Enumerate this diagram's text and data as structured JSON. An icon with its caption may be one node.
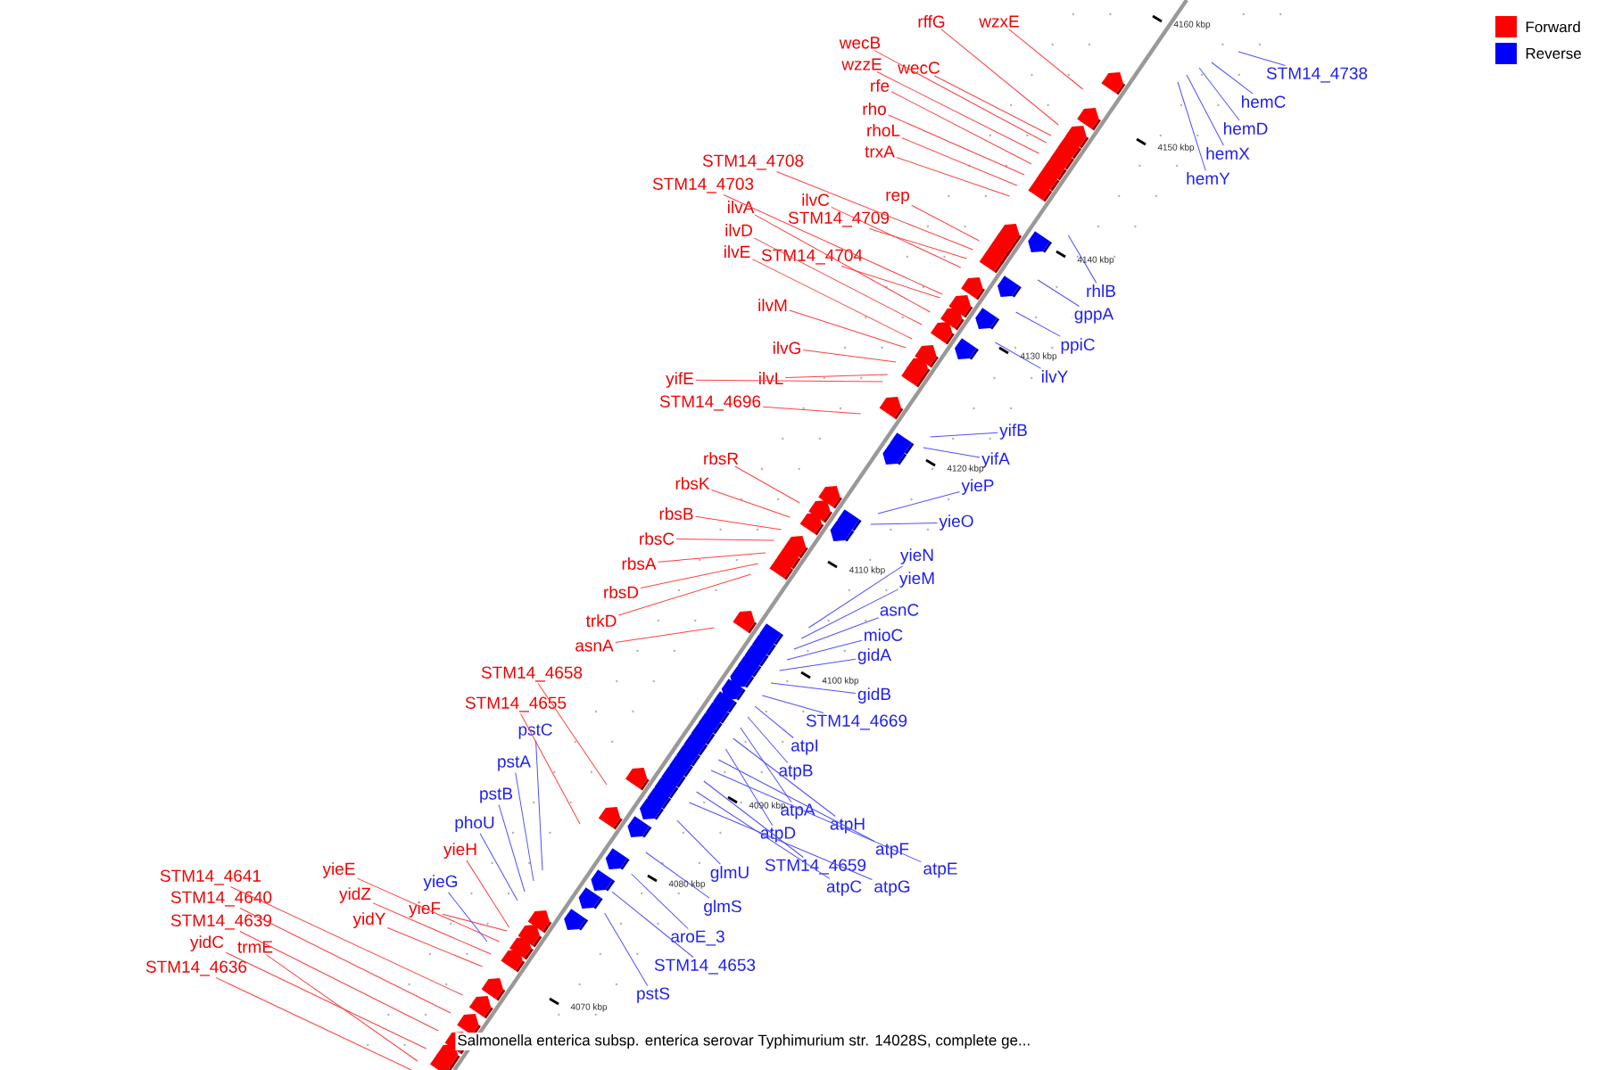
{
  "diagram": {
    "caption": "Salmonella enterica subsp. enterica serovar Typhimurium str. 14028S, complete ge...",
    "nodes": [
      {
        "text": [
          "rffG"
        ]
      },
      {
        "text": [
          "wzxE"
        ]
      },
      {
        "text": [
          "wecB"
        ]
      },
      {
        "text": [
          "wzzE"
        ]
      },
      {
        "text": [
          "wecC"
        ]
      },
      {
        "text": [
          "rfe"
        ]
      },
      {
        "text": [
          "rho"
        ]
      },
      {
        "text": [
          "rhoL"
        ]
      },
      {
        "text": [
          "trxA"
        ]
      },
      {
        "text": [
          "STM14_4708"
        ]
      },
      {
        "text": [
          "STM14_4703"
        ]
      },
      {
        "text": [
          "ilvC"
        ]
      },
      {
        "text": [
          "rep"
        ]
      },
      {
        "text": [
          "ilvA"
        ]
      },
      {
        "text": [
          "STM14_4709"
        ]
      },
      {
        "text": [
          "ilvD"
        ]
      },
      {
        "text": [
          "ilvE"
        ]
      },
      {
        "text": [
          "STM14_4704"
        ]
      },
      {
        "text": [
          "ilvM"
        ]
      },
      {
        "text": [
          "ilvG"
        ]
      },
      {
        "text": [
          "ilvL"
        ]
      },
      {
        "text": [
          "yifE"
        ]
      },
      {
        "text": [
          "STM14_4696"
        ]
      },
      {
        "text": [
          "rbsR"
        ]
      },
      {
        "text": [
          "rbsK"
        ]
      },
      {
        "text": [
          "rbsB"
        ]
      },
      {
        "text": [
          "rbsC"
        ]
      },
      {
        "text": [
          "rbsA"
        ]
      },
      {
        "text": [
          "rbsD"
        ]
      },
      {
        "text": [
          "trkD"
        ]
      },
      {
        "text": [
          "asnA"
        ]
      },
      {
        "text": [
          "STM14_4658"
        ]
      },
      {
        "text": [
          "STM14_4655"
        ]
      },
      {
        "text": [
          "yieH"
        ]
      },
      {
        "text": [
          "yieE"
        ]
      },
      {
        "text": [
          "yidZ"
        ]
      },
      {
        "text": [
          "yieF"
        ]
      },
      {
        "text": [
          "yidY"
        ]
      },
      {
        "text": [
          "STM14_4641"
        ]
      },
      {
        "text": [
          "STM14_4640"
        ]
      },
      {
        "text": [
          "STM14_4639"
        ]
      },
      {
        "text": [
          "yidC"
        ]
      },
      {
        "text": [
          "trmE"
        ]
      },
      {
        "text": [
          "STM14_4636"
        ]
      },
      {
        "text": [
          "STM14_4738"
        ]
      },
      {
        "text": [
          "hemC"
        ]
      },
      {
        "text": [
          "hemD"
        ]
      },
      {
        "text": [
          "hemX"
        ]
      },
      {
        "text": [
          "hemY"
        ]
      },
      {
        "text": [
          "rhlB"
        ]
      },
      {
        "text": [
          "gppA"
        ]
      },
      {
        "text": [
          "ppiC"
        ]
      },
      {
        "text": [
          "ilvY"
        ]
      },
      {
        "text": [
          "yifB"
        ]
      },
      {
        "text": [
          "yifA"
        ]
      },
      {
        "text": [
          "yieP"
        ]
      },
      {
        "text": [
          "yieO"
        ]
      },
      {
        "text": [
          "yieN"
        ]
      },
      {
        "text": [
          "yieM"
        ]
      },
      {
        "text": [
          "asnC"
        ]
      },
      {
        "text": [
          "mioC"
        ]
      },
      {
        "text": [
          "gidA"
        ]
      },
      {
        "text": [
          "gidB"
        ]
      },
      {
        "text": [
          "STM14_4669"
        ]
      },
      {
        "text": [
          "atpI"
        ]
      },
      {
        "text": [
          "atpB"
        ]
      },
      {
        "text": [
          "atpA"
        ]
      },
      {
        "text": [
          "atpH"
        ]
      },
      {
        "text": [
          "atpD"
        ]
      },
      {
        "text": [
          "atpF"
        ]
      },
      {
        "text": [
          "atpE"
        ]
      },
      {
        "text": [
          "STM14_4659"
        ]
      },
      {
        "text": [
          "atpC"
        ]
      },
      {
        "text": [
          "atpG"
        ]
      },
      {
        "text": [
          "glmU"
        ]
      },
      {
        "text": [
          "glmS"
        ]
      },
      {
        "text": [
          "aroE_3"
        ]
      },
      {
        "text": [
          "STM14_4653"
        ]
      },
      {
        "text": [
          "pstS"
        ]
      },
      {
        "text": [
          "pstC"
        ]
      },
      {
        "text": [
          "pstA"
        ]
      },
      {
        "text": [
          "pstB"
        ]
      },
      {
        "text": [
          "phoU"
        ]
      },
      {
        "text": [
          "yieG"
        ]
      }
    ],
    "edges": [
      {
        "from": 0,
        "to": null,
        "arrow": "none"
      },
      {
        "from": 1,
        "to": null,
        "arrow": "none"
      },
      {
        "from": 2,
        "to": null,
        "arrow": "none"
      },
      {
        "from": 3,
        "to": null,
        "arrow": "none"
      },
      {
        "from": 4,
        "to": null,
        "arrow": "none"
      },
      {
        "from": 5,
        "to": null,
        "arrow": "none"
      },
      {
        "from": 6,
        "to": null,
        "arrow": "none"
      },
      {
        "from": 7,
        "to": null,
        "arrow": "none"
      },
      {
        "from": 8,
        "to": null,
        "arrow": "none"
      },
      {
        "from": 9,
        "to": null,
        "arrow": "none"
      },
      {
        "from": 10,
        "to": null,
        "arrow": "none"
      },
      {
        "from": 11,
        "to": null,
        "arrow": "none"
      },
      {
        "from": 12,
        "to": null,
        "arrow": "none"
      },
      {
        "from": 13,
        "to": null,
        "arrow": "none"
      },
      {
        "from": 14,
        "to": null,
        "arrow": "none"
      },
      {
        "from": 15,
        "to": null,
        "arrow": "none"
      },
      {
        "from": 16,
        "to": null,
        "arrow": "none"
      },
      {
        "from": 17,
        "to": null,
        "arrow": "none"
      },
      {
        "from": 18,
        "to": null,
        "arrow": "none"
      },
      {
        "from": 19,
        "to": null,
        "arrow": "none"
      },
      {
        "from": 20,
        "to": null,
        "arrow": "none"
      },
      {
        "from": 21,
        "to": null,
        "arrow": "none"
      },
      {
        "from": 22,
        "to": null,
        "arrow": "none"
      },
      {
        "from": 23,
        "to": null,
        "arrow": "none"
      },
      {
        "from": 24,
        "to": null,
        "arrow": "none"
      },
      {
        "from": 25,
        "to": null,
        "arrow": "none"
      },
      {
        "from": 26,
        "to": null,
        "arrow": "none"
      },
      {
        "from": 27,
        "to": null,
        "arrow": "none"
      },
      {
        "from": 28,
        "to": null,
        "arrow": "none"
      },
      {
        "from": 29,
        "to": null,
        "arrow": "none"
      },
      {
        "from": 30,
        "to": null,
        "arrow": "none"
      },
      {
        "from": 31,
        "to": null,
        "arrow": "none"
      },
      {
        "from": 32,
        "to": null,
        "arrow": "none"
      },
      {
        "from": 33,
        "to": null,
        "arrow": "none"
      },
      {
        "from": 34,
        "to": null,
        "arrow": "none"
      },
      {
        "from": 35,
        "to": null,
        "arrow": "none"
      },
      {
        "from": 36,
        "to": null,
        "arrow": "none"
      },
      {
        "from": 37,
        "to": null,
        "arrow": "none"
      },
      {
        "from": 38,
        "to": null,
        "arrow": "none"
      },
      {
        "from": 39,
        "to": null,
        "arrow": "none"
      },
      {
        "from": 40,
        "to": null,
        "arrow": "none"
      },
      {
        "from": 41,
        "to": null,
        "arrow": "none"
      },
      {
        "from": 42,
        "to": null,
        "arrow": "none"
      },
      {
        "from": 43,
        "to": null,
        "arrow": "none"
      },
      {
        "from": 44,
        "to": null,
        "arrow": "none",
        "color": "#5050ff"
      },
      {
        "from": 45,
        "to": null,
        "arrow": "none",
        "color": "#5050ff"
      },
      {
        "from": 46,
        "to": null,
        "arrow": "none",
        "color": "#5050ff"
      },
      {
        "from": 47,
        "to": null,
        "arrow": "none",
        "color": "#5050ff"
      },
      {
        "from": 48,
        "to": null,
        "arrow": "none",
        "color": "#5050ff"
      },
      {
        "from": 49,
        "to": null,
        "arrow": "none",
        "color": "#5050ff"
      },
      {
        "from": 50,
        "to": null,
        "arrow": "none",
        "color": "#5050ff"
      },
      {
        "from": 51,
        "to": null,
        "arrow": "none",
        "color": "#5050ff"
      },
      {
        "from": 52,
        "to": null,
        "arrow": "none",
        "color": "#5050ff"
      },
      {
        "from": 53,
        "to": null,
        "arrow": "none",
        "color": "#5050ff"
      },
      {
        "from": 54,
        "to": null,
        "arrow": "none",
        "color": "#5050ff"
      },
      {
        "from": 55,
        "to": null,
        "arrow": "none",
        "color": "#5050ff"
      },
      {
        "from": 56,
        "to": null,
        "arrow": "none",
        "color": "#5050ff"
      },
      {
        "from": 57,
        "to": null,
        "arrow": "none",
        "color": "#5050ff"
      },
      {
        "from": 58,
        "to": null,
        "arrow": "none",
        "color": "#5050ff"
      },
      {
        "from": 59,
        "to": null,
        "arrow": "none",
        "color": "#5050ff"
      },
      {
        "from": 60,
        "to": null,
        "arrow": "none",
        "color": "#5050ff"
      },
      {
        "from": 61,
        "to": null,
        "arrow": "none",
        "color": "#5050ff"
      },
      {
        "from": 62,
        "to": null,
        "arrow": "none",
        "color": "#5050ff"
      },
      {
        "from": 63,
        "to": null,
        "arrow": "none",
        "color": "#5050ff"
      },
      {
        "from": 64,
        "to": null,
        "arrow": "none",
        "color": "#5050ff"
      },
      {
        "from": 65,
        "to": null,
        "arrow": "none",
        "color": "#5050ff"
      },
      {
        "from": 66,
        "to": null,
        "arrow": "none",
        "color": "#5050ff"
      },
      {
        "from": 67,
        "to": null,
        "arrow": "none",
        "color": "#5050ff"
      },
      {
        "from": 68,
        "to": null,
        "arrow": "none",
        "color": "#5050ff"
      },
      {
        "from": 69,
        "to": null,
        "arrow": "none",
        "color": "#5050ff"
      },
      {
        "from": 70,
        "to": null,
        "arrow": "none",
        "color": "#5050ff"
      },
      {
        "from": 71,
        "to": null,
        "arrow": "none",
        "color": "#5050ff"
      },
      {
        "from": 72,
        "to": null,
        "arrow": "none",
        "color": "#5050ff"
      },
      {
        "from": 73,
        "to": null,
        "arrow": "none",
        "color": "#5050ff"
      },
      {
        "from": 74,
        "to": null,
        "arrow": "none",
        "color": "#5050ff"
      },
      {
        "from": 75,
        "to": null,
        "arrow": "none",
        "color": "#5050ff"
      },
      {
        "from": 76,
        "to": null,
        "arrow": "none",
        "color": "#5050ff"
      },
      {
        "from": 77,
        "to": null,
        "arrow": "none",
        "color": "#5050ff"
      },
      {
        "from": 78,
        "to": null,
        "arrow": "none",
        "color": "#5050ff"
      },
      {
        "from": 79,
        "to": null,
        "arrow": "none",
        "color": "#5050ff"
      },
      {
        "from": 80,
        "to": null,
        "arrow": "none",
        "color": "#5050ff"
      },
      {
        "from": 81,
        "to": null,
        "arrow": "none",
        "color": "#5050ff"
      },
      {
        "from": 82,
        "to": null,
        "arrow": "none",
        "color": "#5050ff"
      },
      {
        "from": 83,
        "to": null,
        "arrow": "none",
        "color": "#5050ff"
      }
    ],
    "labels": [
      "4160 kbp",
      "4150 kbp",
      "4140 kbp",
      "4130 kbp",
      "4120 kbp",
      "4110 kbp",
      "4100 kbp",
      "4090 kbp",
      "4080 kbp",
      "4070 kbp"
    ],
    "legend": [
      {
        "text": "Forward",
        "color": "#ff0000"
      },
      {
        "text": "Reverse",
        "color": "#0000ff"
      }
    ]
  }
}
